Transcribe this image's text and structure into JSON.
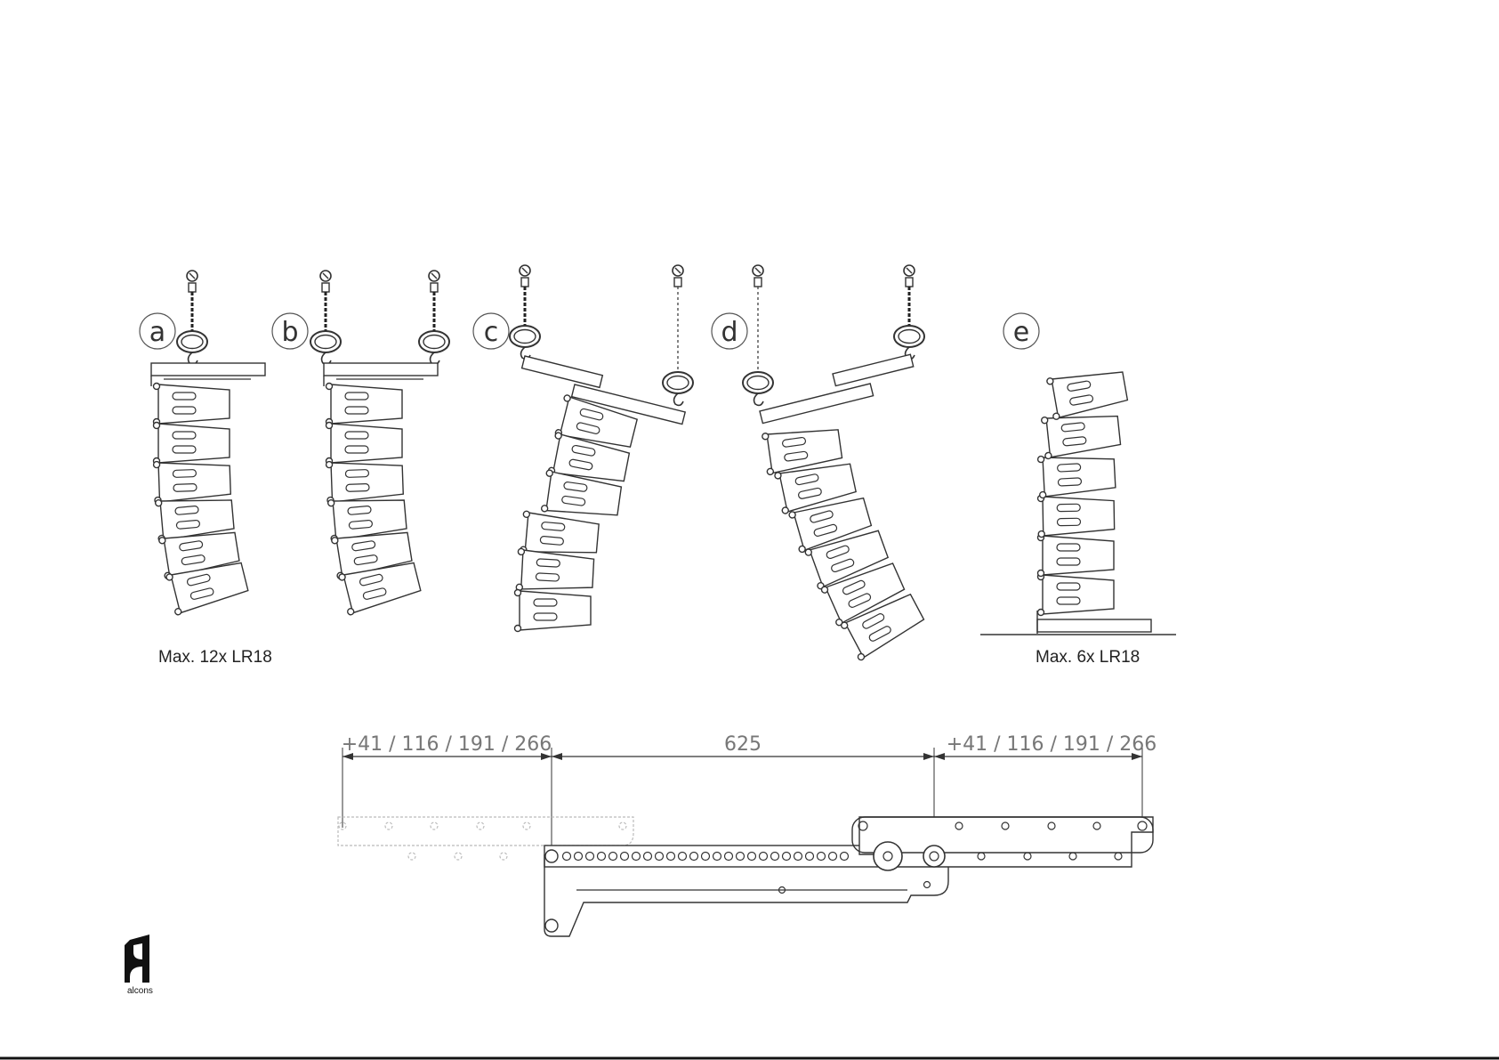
{
  "configs": [
    {
      "id": "a",
      "letter": "a"
    },
    {
      "id": "b",
      "letter": "b"
    },
    {
      "id": "c",
      "letter": "c"
    },
    {
      "id": "d",
      "letter": "d"
    },
    {
      "id": "e",
      "letter": "e"
    }
  ],
  "captions": {
    "hung_max": "Max. 12x LR18",
    "stacked_max": "Max. 6x LR18"
  },
  "dimensions": {
    "left_offsets": "+41 / 116 / 191 / 266",
    "center_span": "625",
    "right_offsets": "+41 / 116 / 191 / 266"
  },
  "brand": {
    "logo_text": "alcons"
  },
  "colors": {
    "line": "#333333",
    "ghost": "#bbbbbb",
    "dim": "#777777",
    "footer_rule": "#111111"
  }
}
